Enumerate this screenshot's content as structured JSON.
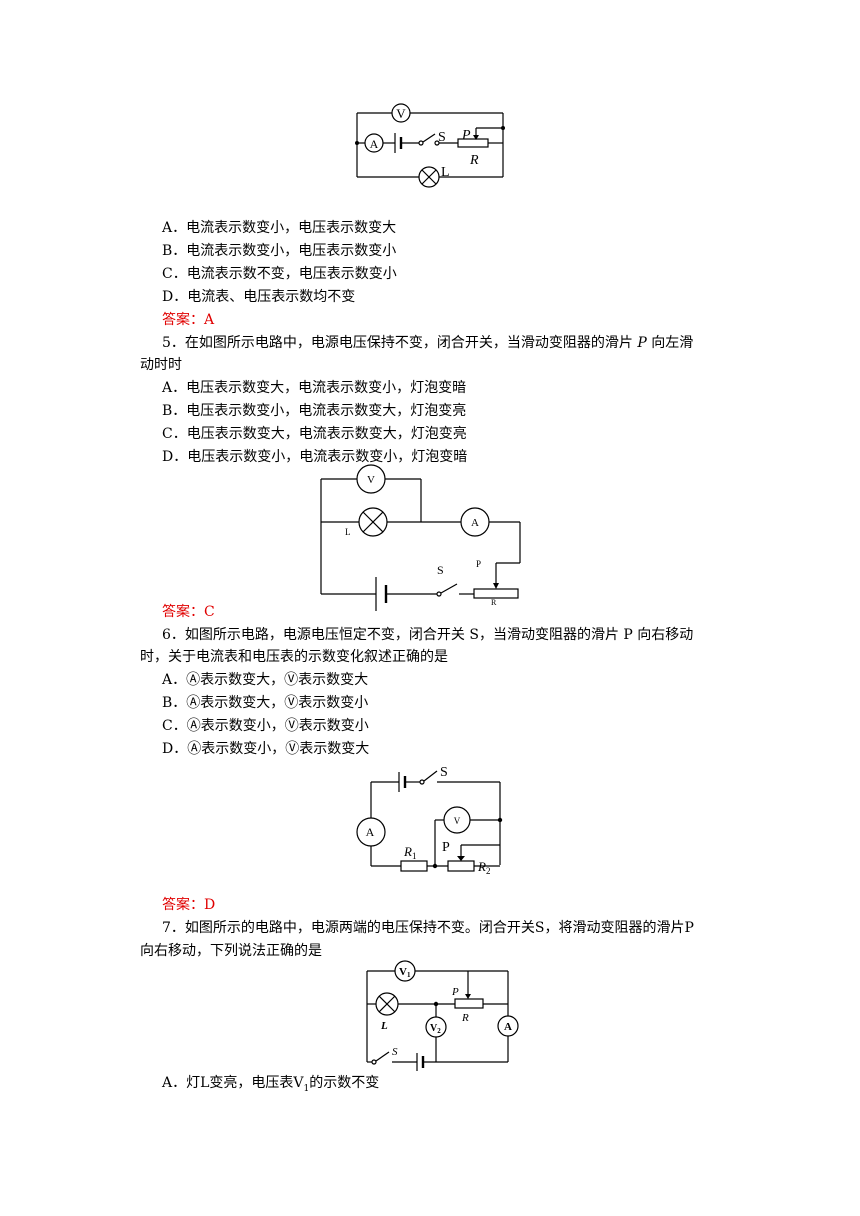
{
  "circuits": {
    "c1": {
      "v": "V",
      "a": "A",
      "s": "S",
      "p": "P",
      "r": "R",
      "l": "L"
    },
    "c2": {
      "v": "V",
      "a": "A",
      "s": "S",
      "p": "P",
      "r": "R",
      "l": "L"
    },
    "c3": {
      "v": "V",
      "a": "A",
      "s": "S",
      "p": "P",
      "r1": "R",
      "r1sub": "1",
      "r2": "R",
      "r2sub": "2"
    },
    "c4": {
      "v1": "V",
      "v1sub": "1",
      "v2": "V",
      "v2sub": "2",
      "a": "A",
      "p": "P",
      "r": "R",
      "l": "L",
      "s": "S"
    }
  },
  "q4": {
    "options": [
      "A．电流表示数变小，电压表示数变大",
      "B．电流表示数变小，电压表示数变小",
      "C．电流表示数不变，电压表示数变小",
      "D．电流表、电压表示数均不变"
    ],
    "answer": "答案：A"
  },
  "q5": {
    "stem_a": "5．在如图所示电路中，电源电压保持不变，闭合开关，当滑动变阻器的滑片 ",
    "stem_p": "P",
    "stem_b": " 向左滑",
    "stem_line2": "动时时",
    "options": [
      "A．电压表示数变大，电流表示数变小，灯泡变暗",
      "B．电压表示数变小，电流表示数变大，灯泡变亮",
      "C．电压表示数变大，电流表示数变大，灯泡变亮",
      "D．电压表示数变小，电流表示数变小，灯泡变暗"
    ],
    "answer": "答案：C"
  },
  "q6": {
    "stem_line1": "6．如图所示电路，电源电压恒定不变，闭合开关 S，当滑动变阻器的滑片 P 向右移动",
    "stem_line2": "时，关于电流表和电压表的示数变化叙述正确的是",
    "options": [
      "A．Ⓐ表示数变大，Ⓥ表示数变大",
      "B．Ⓐ表示数变大，Ⓥ表示数变小",
      "C．Ⓐ表示数变小，Ⓥ表示数变小",
      "D．Ⓐ表示数变小，Ⓥ表示数变大"
    ],
    "answer": "答案：D"
  },
  "q7": {
    "stem_line1": "7．如图所示的电路中，电源两端的电压保持不变。闭合开关S，将滑动变阻器的滑片P",
    "stem_line2": "向右移动，下列说法正确的是",
    "option_a": "A．灯L变亮，电压表V",
    "option_a_sub": "1",
    "option_a_end": "的示数不变"
  }
}
